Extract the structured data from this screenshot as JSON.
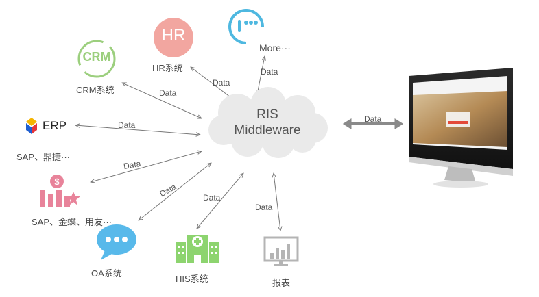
{
  "center": {
    "line1": "RIS",
    "line2": "Middleware"
  },
  "nodes": {
    "crm": {
      "logo": "CRM",
      "label": "CRM系统"
    },
    "hr": {
      "logo": "HR",
      "label": "HR系统"
    },
    "more": {
      "label": "More···"
    },
    "erp": {
      "logo": "ERP",
      "label": "SAP、鼎捷···"
    },
    "finance": {
      "label": "SAP、金蝶、用友···"
    },
    "oa": {
      "label": "OA系统"
    },
    "his": {
      "label": "HIS系统"
    },
    "report": {
      "label": "报表"
    }
  },
  "edges": {
    "hr": "Data",
    "crm": "Data",
    "more": "Data",
    "erp": "Data",
    "finance": "Data",
    "oa": "Data",
    "his": "Data",
    "report": "Data",
    "monitor": "Data"
  },
  "colors": {
    "crm_green": "#9ccf7e",
    "hr_pink": "#f2a6a0",
    "more_blue": "#4eb8e0",
    "erp_blue": "#1f5fd0",
    "erp_yellow": "#f5b400",
    "erp_red": "#e5343a",
    "finance_pink": "#e8839a",
    "oa_blue": "#58b9ea",
    "his_green": "#8dd46f",
    "report_gray": "#b4b4b4",
    "cloud": "#eaeaea",
    "arrow": "#777777",
    "big_arrow": "#8a8a8a"
  },
  "icons": [
    "crm-logo-icon",
    "hr-logo-icon",
    "more-logo-icon",
    "erp-logo-icon",
    "finance-chart-icon",
    "oa-chat-icon",
    "hospital-icon",
    "report-chart-icon",
    "monitor-icon"
  ]
}
